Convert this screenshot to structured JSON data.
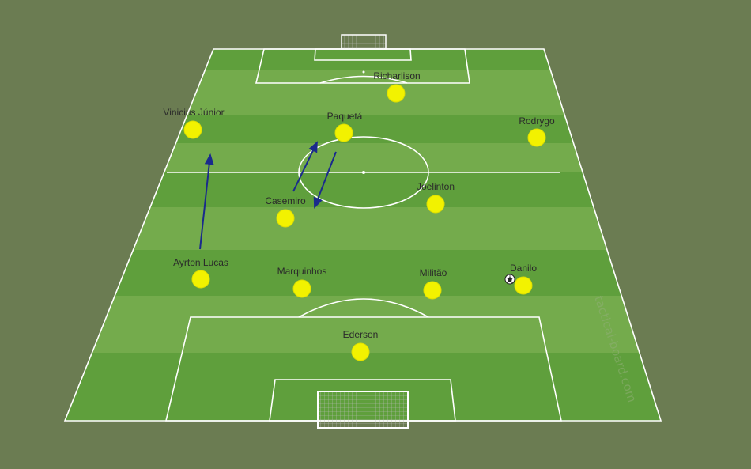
{
  "board": {
    "watermark": "tactical-board.com",
    "colors": {
      "background": "#6b7c52",
      "stripe_dark": "#5f9f3c",
      "stripe_light": "#74ab4c",
      "lines": "#ffffff",
      "player": "#f2f200",
      "player_outline": "#e6e600",
      "arrow": "#1a2a8c"
    }
  },
  "players": [
    {
      "id": "richarlison",
      "name": "Richarlison"
    },
    {
      "id": "vinicius",
      "name": "Vinicius Júnior"
    },
    {
      "id": "paqueta",
      "name": "Paquetá"
    },
    {
      "id": "rodrygo",
      "name": "Rodrygo"
    },
    {
      "id": "joelinton",
      "name": "Joelinton"
    },
    {
      "id": "casemiro",
      "name": "Casemiro"
    },
    {
      "id": "ayrton",
      "name": "Ayrton Lucas"
    },
    {
      "id": "marquinhos",
      "name": "Marquinhos"
    },
    {
      "id": "militao",
      "name": "Militão"
    },
    {
      "id": "danilo",
      "name": "Danilo"
    },
    {
      "id": "ederson",
      "name": "Ederson"
    }
  ],
  "ball": {
    "icon": "soccer-ball-icon",
    "holder": "Danilo"
  }
}
